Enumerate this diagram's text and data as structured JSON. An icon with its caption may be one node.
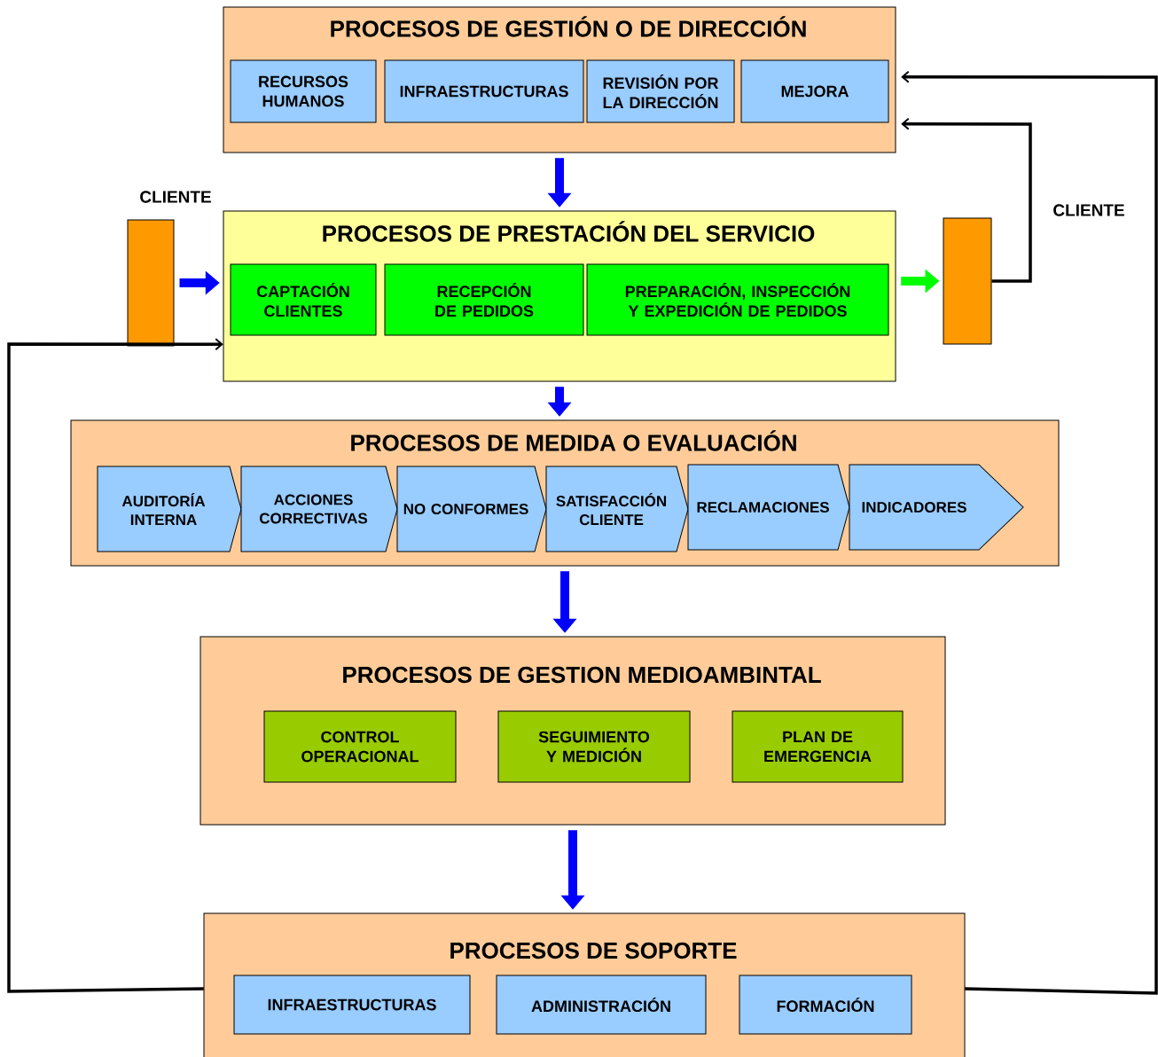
{
  "diagram": {
    "nodes": [
      {
        "text": [
          "PROCESOS DE GESTIÓN O DE DIRECCIÓN"
        ]
      },
      {
        "text": [
          "RECURSOS HUMANOS"
        ],
        "in": 0
      },
      {
        "text": [
          "INFRAESTRUCTURAS"
        ],
        "in": 0
      },
      {
        "text": [
          "REVISIÓN POR LA DIRECCIÓN"
        ],
        "in": 0
      },
      {
        "text": [
          "MEJORA"
        ],
        "in": 0
      },
      {
        "text": [
          "PROCESOS DE PRESTACIÓN DEL SERVICIO"
        ]
      },
      {
        "text": [
          "CAPTACIÓN CLIENTES"
        ],
        "in": 5
      },
      {
        "text": [
          "RECEPCIÓN DE PEDIDOS"
        ],
        "in": 5
      },
      {
        "text": [
          "PREPARACIÓN, INSPECCIÓN Y EXPEDICIÓN DE PEDIDOS"
        ],
        "in": 5
      },
      {
        "text": [],
        "shape": "bar",
        "beside": [
          "CLIENTE"
        ]
      },
      {
        "text": [],
        "shape": "bar",
        "beside": [
          "CLIENTE"
        ]
      },
      {
        "text": [
          "PROCESOS DE MEDIDA O EVALUACIÓN"
        ]
      },
      {
        "text": [
          "AUDITORÍA INTERNA"
        ],
        "in": 11
      },
      {
        "text": [
          "ACCIONES CORRECTIVAS"
        ],
        "in": 11
      },
      {
        "text": [
          "NO CONFORMES"
        ],
        "in": 11
      },
      {
        "text": [
          "SATISFACCIÓN CLIENTE"
        ],
        "in": 11
      },
      {
        "text": [
          "RECLAMACIONES"
        ],
        "in": 11
      },
      {
        "text": [
          "INDICADORES"
        ],
        "in": 11
      },
      {
        "text": [
          "PROCESOS DE GESTION MEDIOAMBINTAL"
        ]
      },
      {
        "text": [
          "CONTROL OPERACIONAL"
        ],
        "in": 18
      },
      {
        "text": [
          "SEGUIMIENTO Y MEDICIÓN"
        ],
        "in": 18
      },
      {
        "text": [
          "PLAN DE EMERGENCIA"
        ],
        "in": 18
      },
      {
        "text": [
          "PROCESOS DE SOPORTE"
        ]
      },
      {
        "text": [
          "INFRAESTRUCTURAS"
        ],
        "in": 22
      },
      {
        "text": [
          "ADMINISTRACIÓN"
        ],
        "in": 22
      },
      {
        "text": [
          "FORMACIÓN"
        ],
        "in": 22
      }
    ],
    "edges": [
      {
        "from": 0,
        "to": 5,
        "arrow": "to",
        "color": "#0000ff"
      },
      {
        "from": 5,
        "to": 11,
        "arrow": "to",
        "color": "#0000ff"
      },
      {
        "from": 11,
        "to": 18,
        "arrow": "to",
        "color": "#0000ff"
      },
      {
        "from": 18,
        "to": 22,
        "arrow": "to",
        "color": "#0000ff"
      },
      {
        "from": 9,
        "to": 5,
        "arrow": "to",
        "color": "#0000ff"
      },
      {
        "from": 5,
        "to": 10,
        "arrow": "to",
        "color": "#00ff00"
      },
      {
        "from": 22,
        "to": 5,
        "arrow": "to",
        "color": "#000000"
      },
      {
        "from": 22,
        "to": 0,
        "arrow": "to",
        "color": "#000000"
      },
      {
        "from": 10,
        "to": 0,
        "arrow": "to",
        "color": "#000000"
      }
    ]
  }
}
